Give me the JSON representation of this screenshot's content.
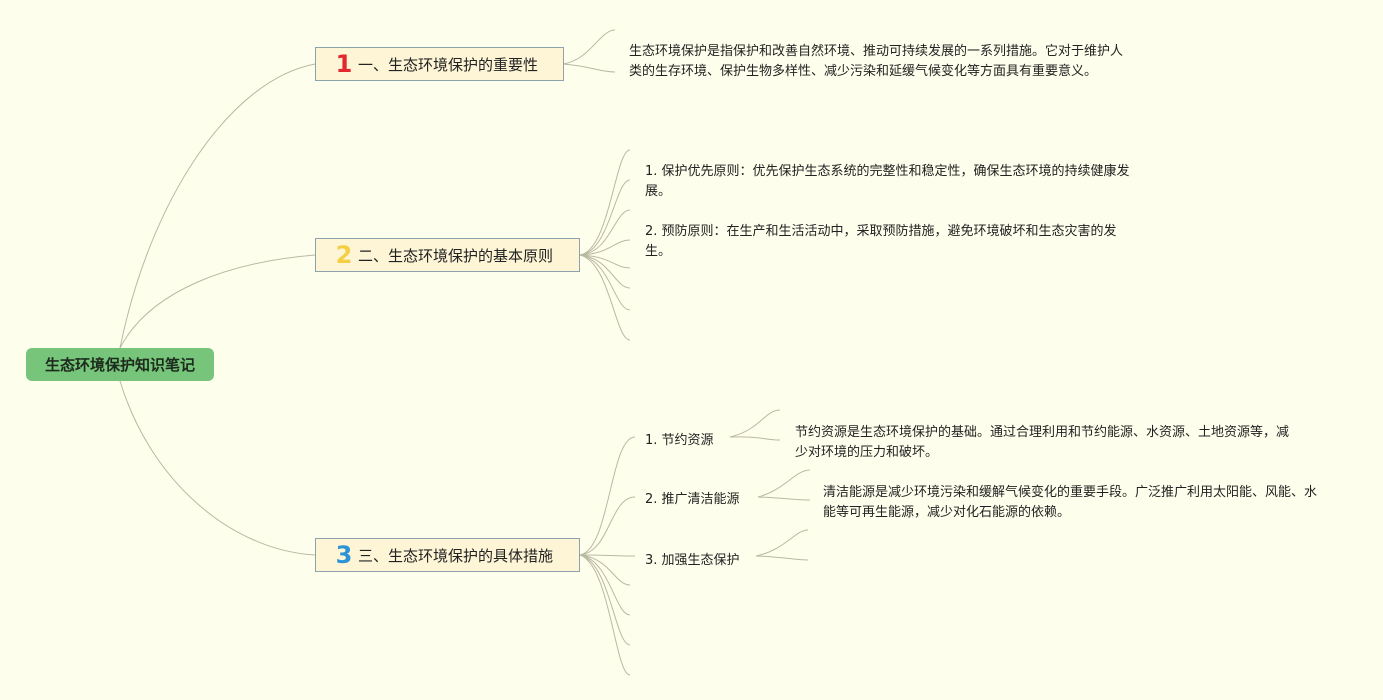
{
  "root": {
    "label": "生态环境保护知识笔记"
  },
  "topics": [
    {
      "number": "1",
      "label": "一、生态环境保护的重要性",
      "note": "生态环境保护是指保护和改善自然环境、推动可持续发展的一系列措施。它对于维护人类的生存环境、保护生物多样性、减少污染和延缓气候变化等方面具有重要意义。"
    },
    {
      "number": "2",
      "label": "二、生态环境保护的基本原则",
      "notes": [
        "1. 保护优先原则：优先保护生态系统的完整性和稳定性，确保生态环境的持续健康发展。",
        "2. 预防原则：在生产和生活活动中，采取预防措施，避免环境破坏和生态灾害的发生。"
      ]
    },
    {
      "number": "3",
      "label": "三、生态环境保护的具体措施",
      "subtopics": [
        {
          "label": "1. 节约资源",
          "note": "节约资源是生态环境保护的基础。通过合理利用和节约能源、水资源、土地资源等，减少对环境的压力和破坏。"
        },
        {
          "label": "2. 推广清洁能源",
          "note": "清洁能源是减少环境污染和缓解气候变化的重要手段。广泛推广利用太阳能、风能、水能等可再生能源，减少对化石能源的依赖。"
        },
        {
          "label": "3. 加强生态保护"
        }
      ]
    }
  ]
}
